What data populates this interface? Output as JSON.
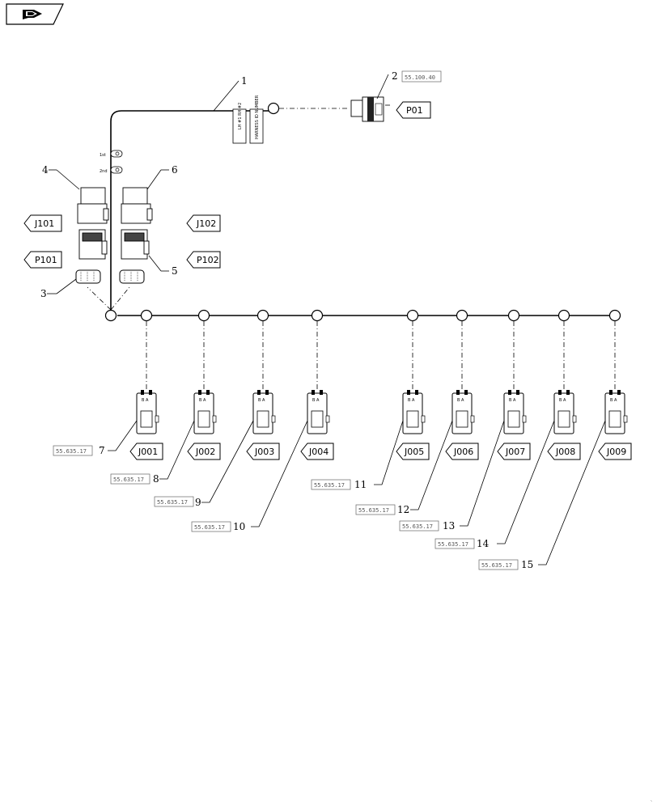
{
  "nav": {
    "icon": "hand-pointer-icon"
  },
  "labels": {
    "p01": "P01",
    "j101": "J101",
    "j102": "J102",
    "p101": "P101",
    "p102": "P102",
    "lh": "LH #1 RH #2",
    "harness": "HARNESS ID NUMBER",
    "ext1": "1st",
    "ext2": "2nd",
    "part2_ref": "55.100.40"
  },
  "item_numbers": [
    "1",
    "2",
    "3",
    "4",
    "5",
    "6"
  ],
  "connectors": [
    {
      "label": "J001",
      "number": "7",
      "ref": "55.635.17"
    },
    {
      "label": "J002",
      "number": "8",
      "ref": "55.635.17"
    },
    {
      "label": "J003",
      "number": "9",
      "ref": "55.635.17"
    },
    {
      "label": "J004",
      "number": "10",
      "ref": "55.635.17"
    },
    {
      "label": "J005",
      "number": "11",
      "ref": "55.635.17"
    },
    {
      "label": "J006",
      "number": "12",
      "ref": "55.635.17"
    },
    {
      "label": "J007",
      "number": "13",
      "ref": "55.635.17"
    },
    {
      "label": "J008",
      "number": "14",
      "ref": "55.635.17"
    },
    {
      "label": "J009",
      "number": "15",
      "ref": "55.635.17"
    }
  ],
  "connector_pin_text": "B A"
}
